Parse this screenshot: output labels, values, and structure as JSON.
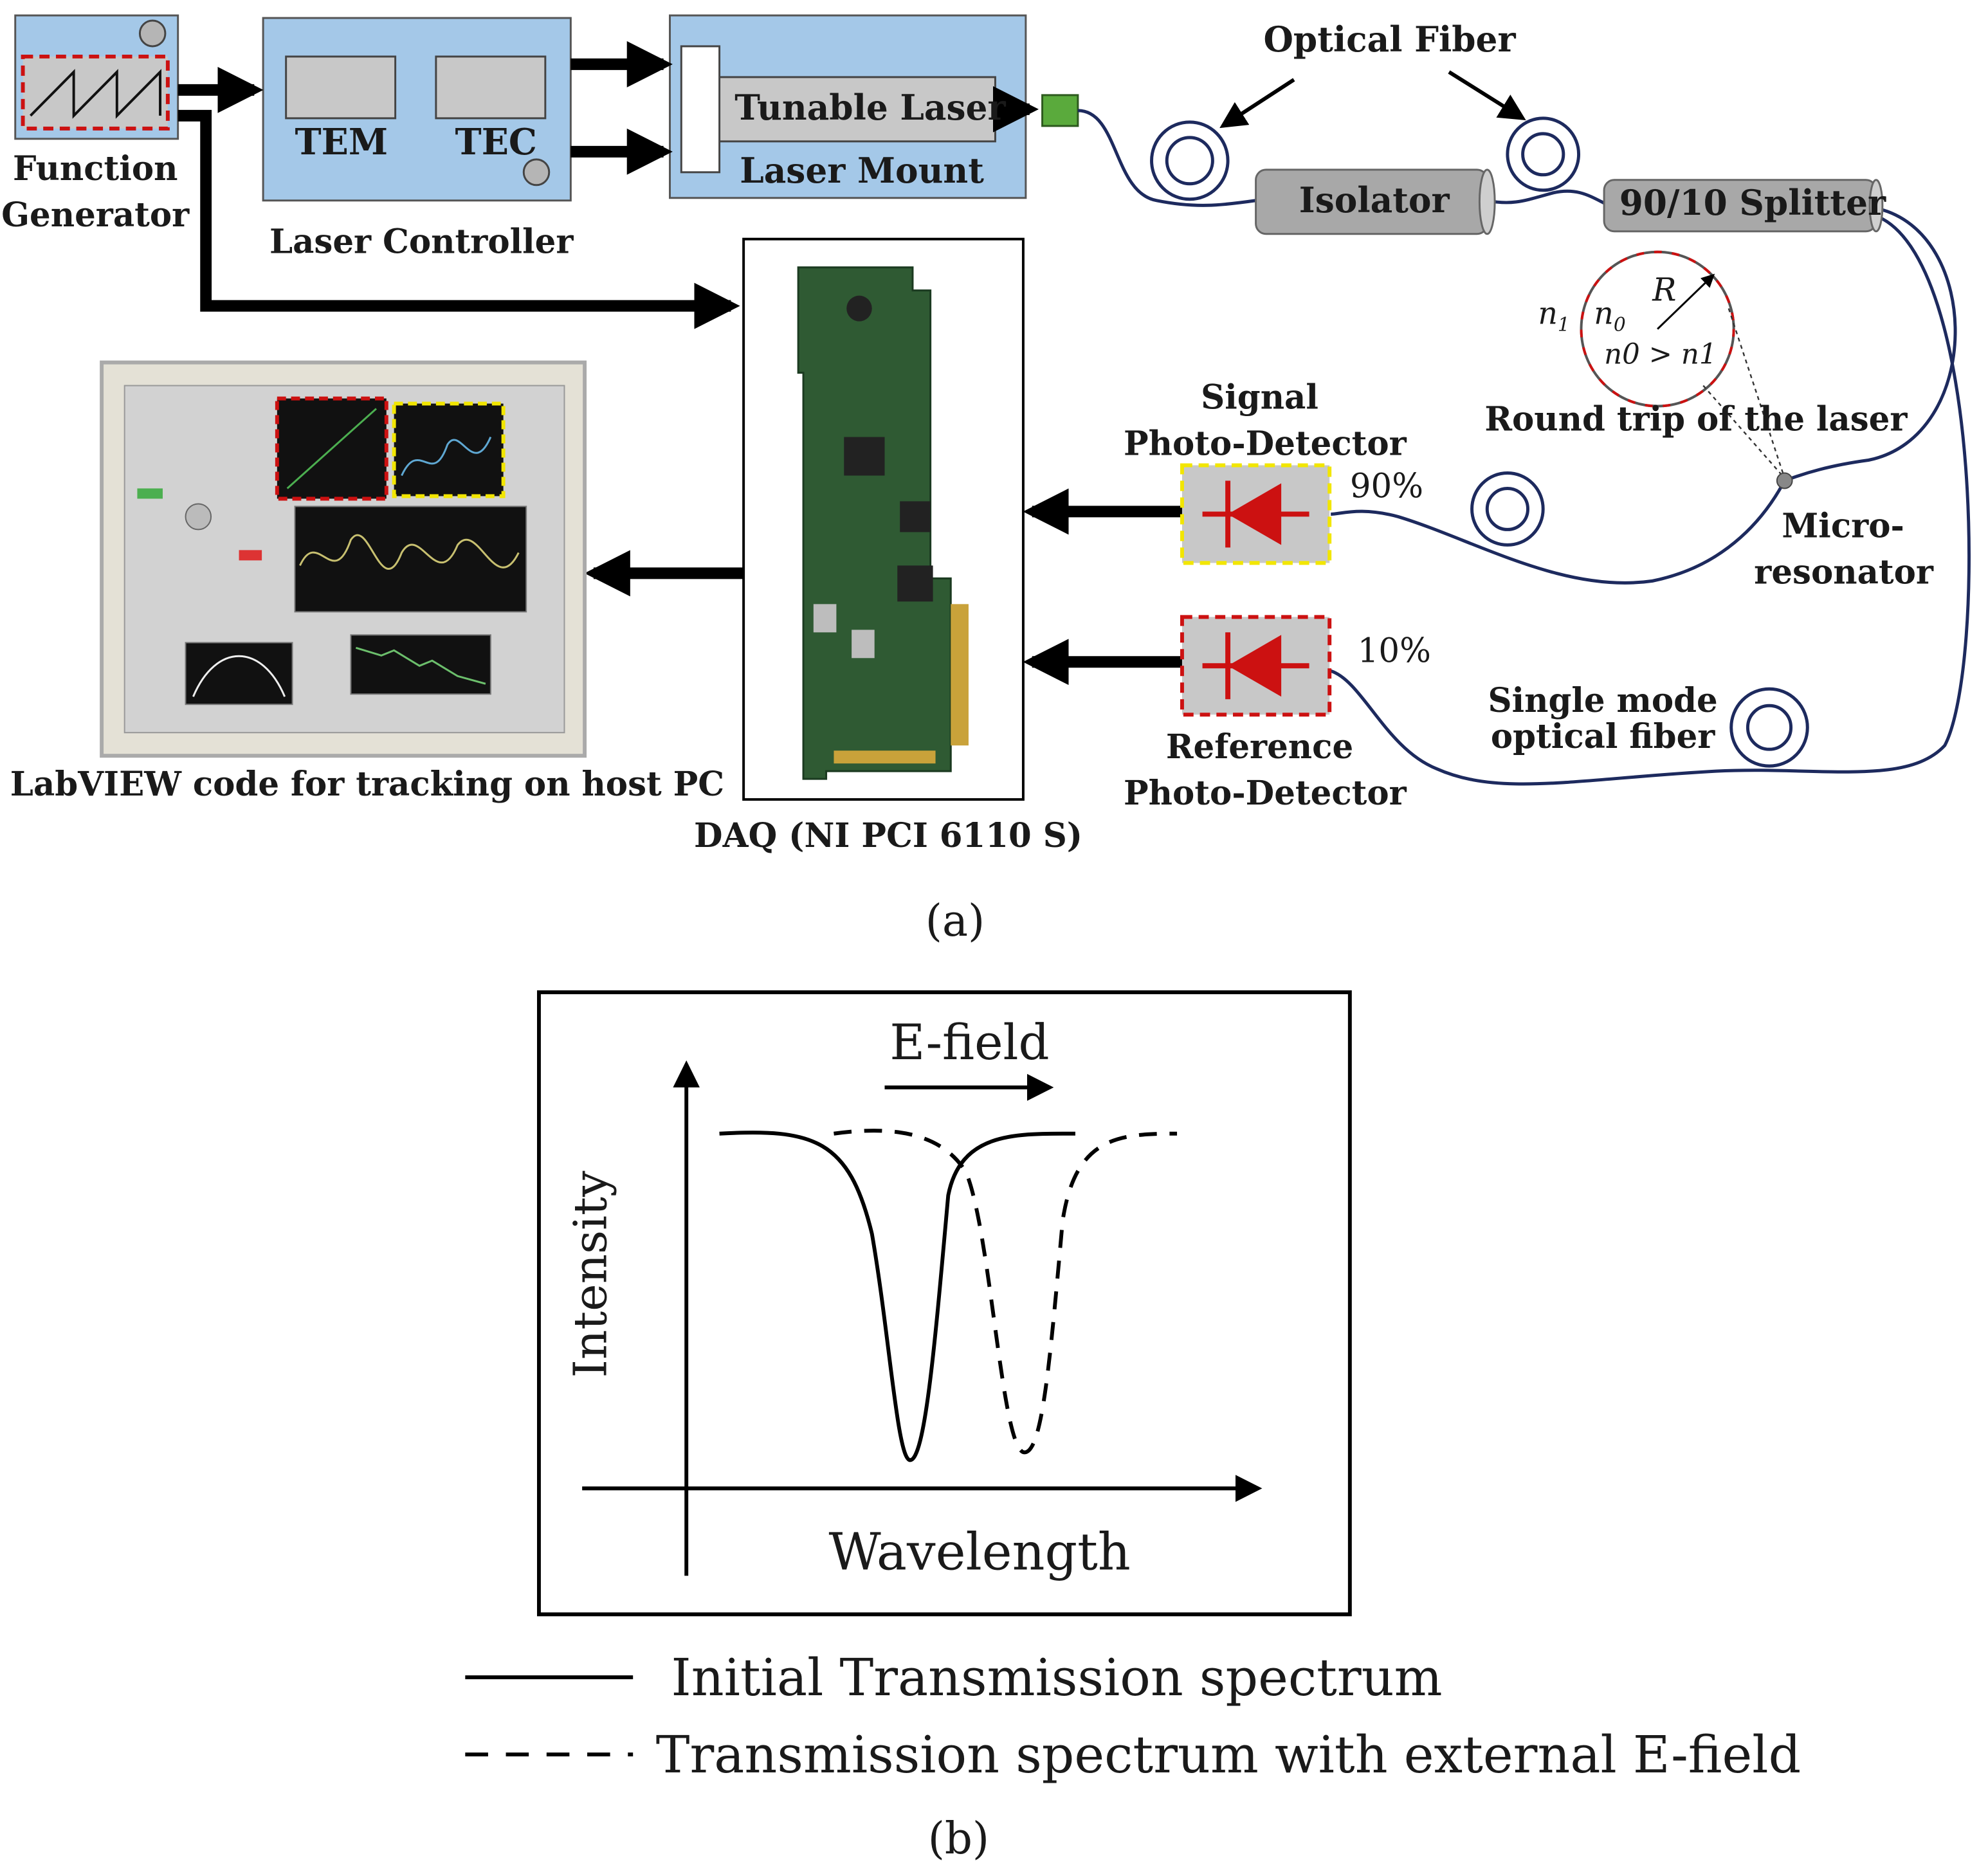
{
  "part_a": {
    "function_generator": "Function\nGenerator",
    "tem": "TEM",
    "tec": "TEC",
    "laser_controller": "Laser Controller",
    "tunable_laser": "Tunable Laser",
    "laser_mount": "Laser Mount",
    "optical_fiber": "Optical Fiber",
    "isolator": "Isolator",
    "splitter": "90/10 Splitter",
    "radius_symbol": "R",
    "n1_symbol": "n",
    "n1_sub": "1",
    "n0_symbol": "n",
    "n0_sub": "0",
    "index_relation": "n0 > n1",
    "round_trip": "Round trip of the laser",
    "signal_pd": "Signal\nPhoto-Detector",
    "percent_90": "90%",
    "percent_10": "10%",
    "micro_resonator": "Micro-\nresonator",
    "reference_pd": "Reference\nPhoto-Detector",
    "single_mode_fiber": "Single mode\noptical fiber",
    "labview": "LabVIEW code for tracking on host PC",
    "daq": "DAQ (NI PCI 6110 S)",
    "caption": "(a)"
  },
  "part_b": {
    "efield_label": "E-field",
    "y_axis": "Intensity",
    "x_axis": "Wavelength",
    "legend_solid": "Initial Transmission spectrum",
    "legend_dashed": "Transmission spectrum with external E-field",
    "caption": "(b)"
  },
  "colors": {
    "panel_blue": "#a4c8e8",
    "device_gray": "#c8c8c8",
    "fiber_navy": "#1d2a5e",
    "highlight_red": "#cc1111",
    "highlight_yellow": "#f2e600",
    "connector_green": "#5aaa3c",
    "board_green": "#2f5a33"
  }
}
